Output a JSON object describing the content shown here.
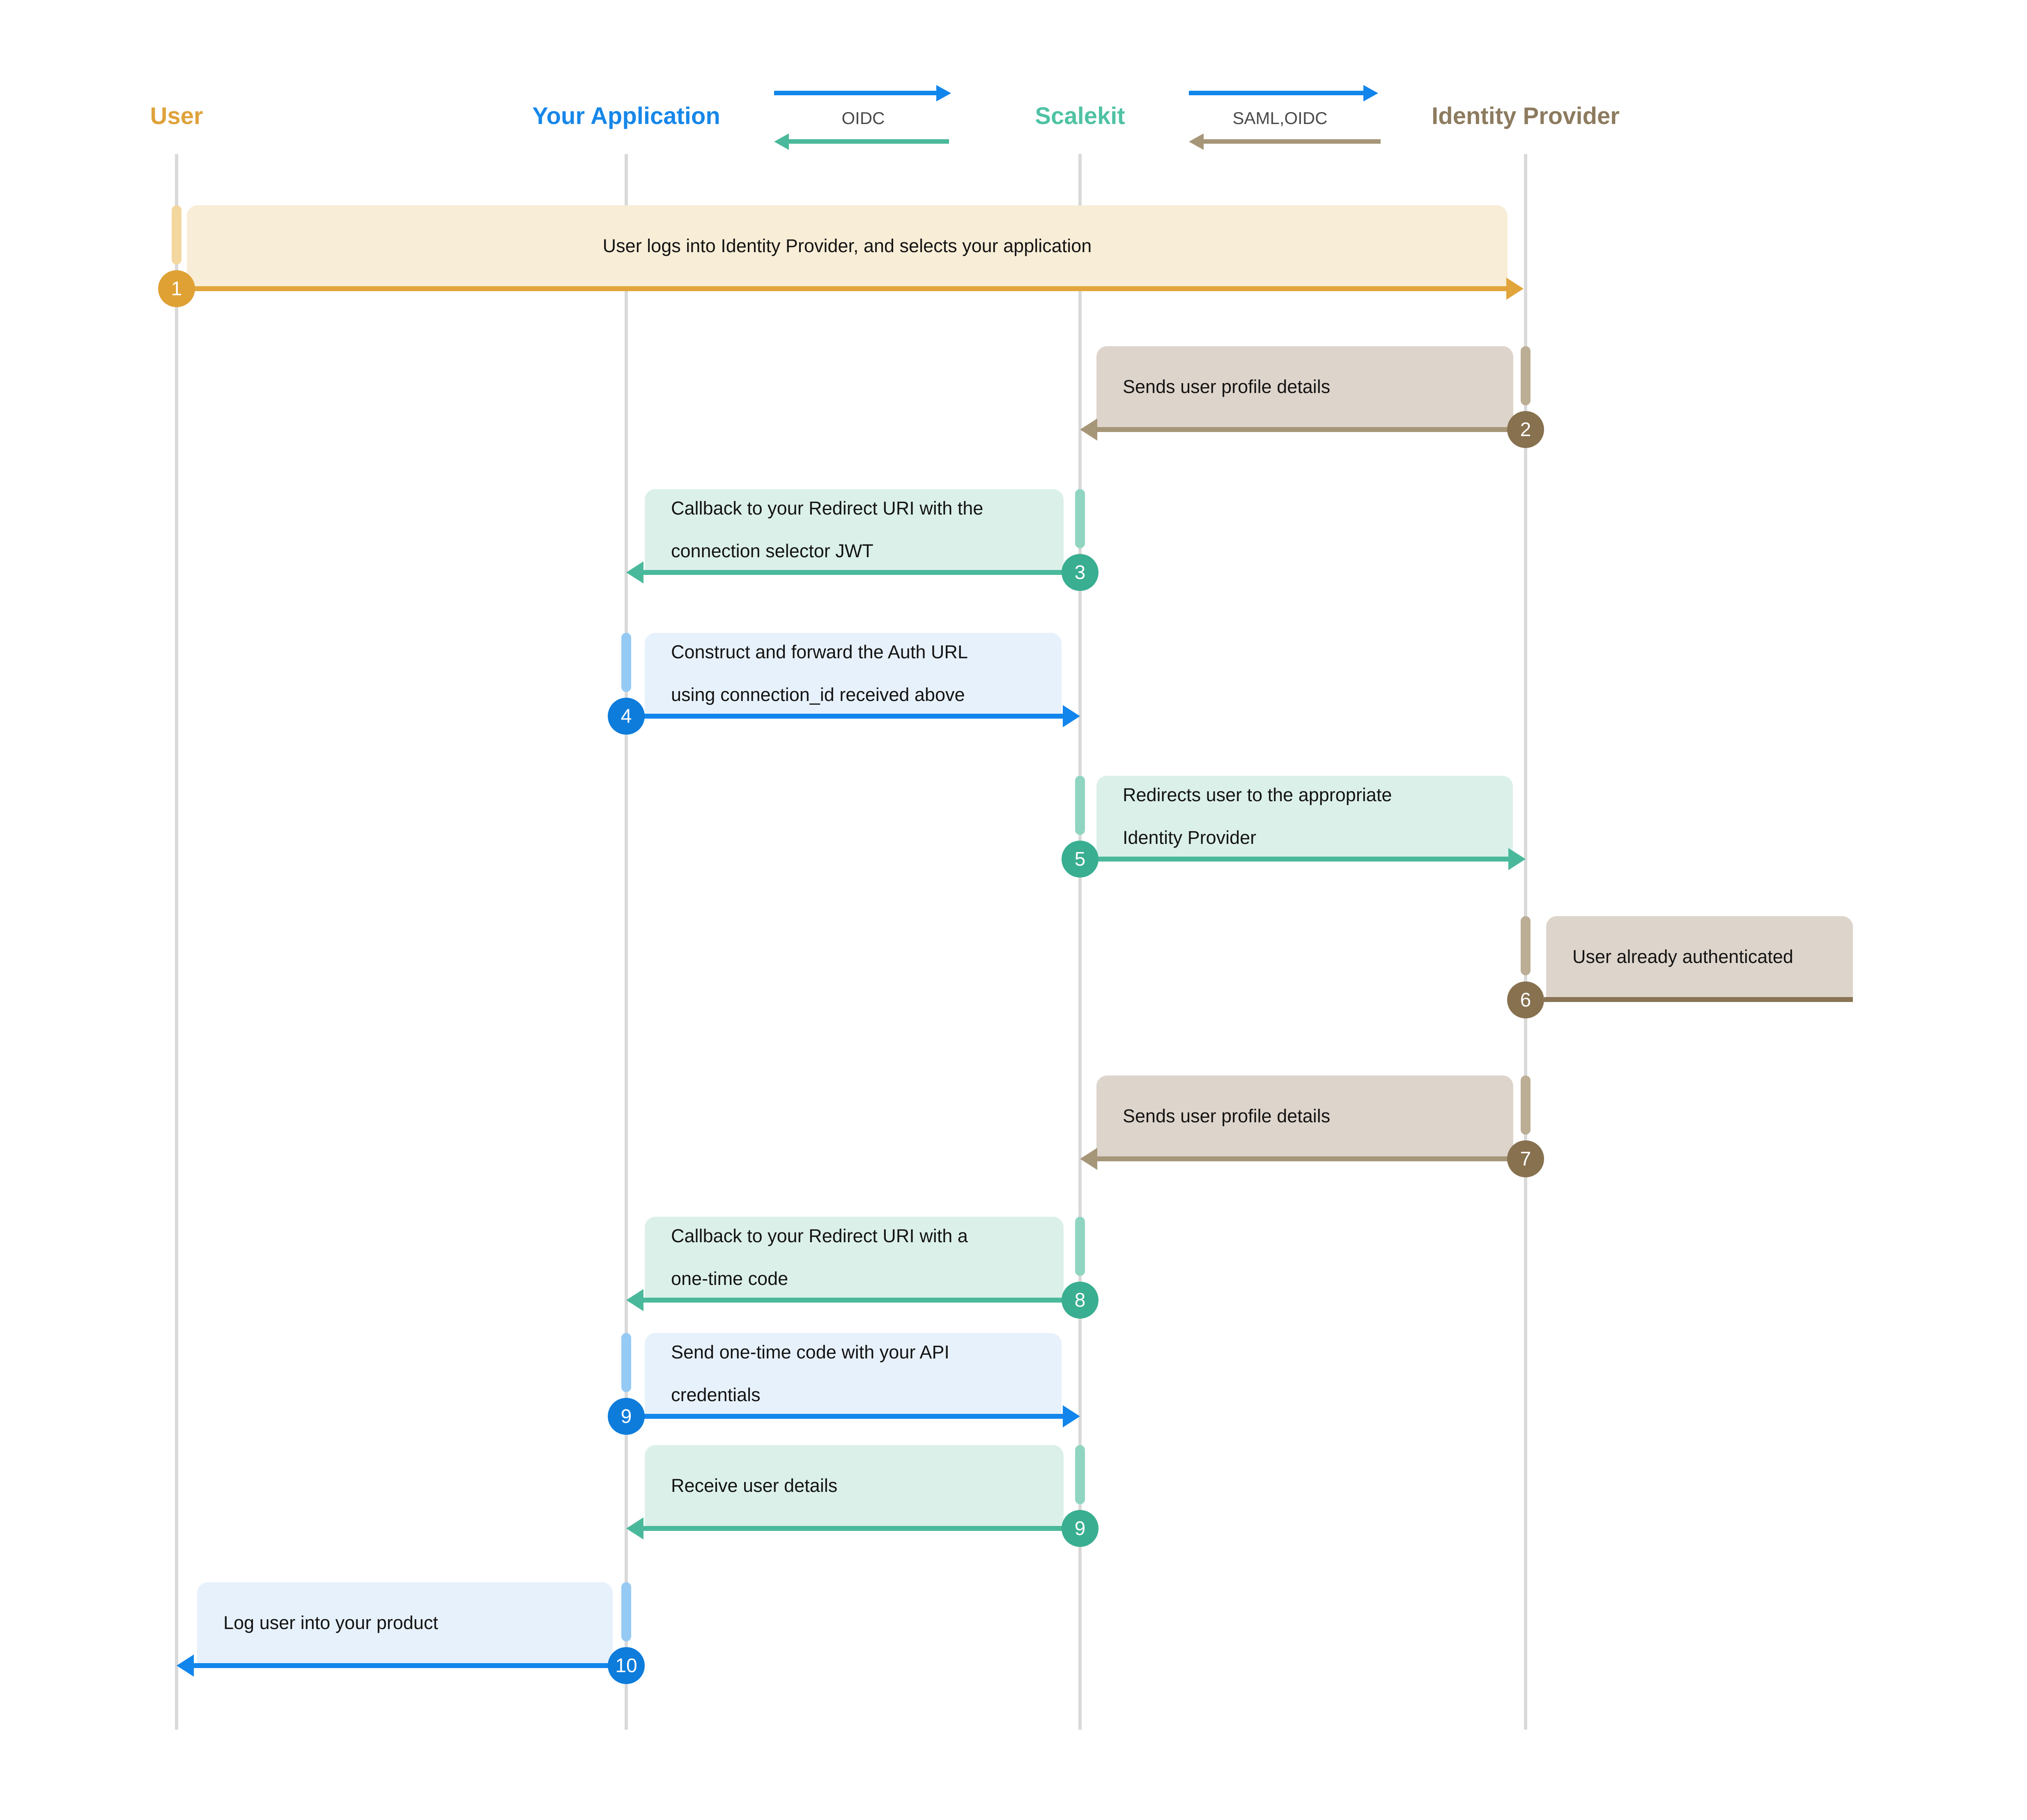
{
  "palette": {
    "background": "#FFFFFF",
    "lifeline": "#D9D9D9",
    "box_text": "#141414",
    "legend_text": "#4A4A4A",
    "gold": {
      "label": "#DFA23B",
      "arrow": "#E2A53C",
      "box": "#F8EDD6",
      "bar": "#F3D79E",
      "badge": "#DFA133"
    },
    "blue": {
      "label": "#1787E9",
      "arrow": "#1285EC",
      "box": "#E7F1FB",
      "bar": "#95CAF4",
      "badge": "#0E7CDB"
    },
    "teal": {
      "label": "#4FC2A4",
      "arrow": "#4AB99B",
      "box": "#DBF0E9",
      "bar": "#90D5C1",
      "badge": "#39AE91"
    },
    "brown": {
      "label": "#8D7B5F",
      "arrow": "#A69678",
      "box": "#DDD4CB",
      "bar": "#BCAD95",
      "badge": "#87714F",
      "note_underline": "#8A7455"
    }
  },
  "actors": [
    {
      "label": "User"
    },
    {
      "label": "Your Application"
    },
    {
      "label": "Scalekit"
    },
    {
      "label": "Identity Provider"
    }
  ],
  "legends": [
    {
      "label": "OIDC"
    },
    {
      "label": "SAML,OIDC"
    }
  ],
  "steps": [
    {
      "num": "1",
      "text": "User logs into Identity Provider, and selects your application"
    },
    {
      "num": "2",
      "text": "Sends user profile details"
    },
    {
      "num": "3",
      "text": "Callback to your Redirect URI with the\nconnection selector JWT"
    },
    {
      "num": "4",
      "text": "Construct and forward the Auth URL\nusing connection_id received above"
    },
    {
      "num": "5",
      "text": "Redirects user to the appropriate\nIdentity Provider"
    },
    {
      "num": "6",
      "text": "User already authenticated"
    },
    {
      "num": "7",
      "text": "Sends user profile details"
    },
    {
      "num": "8",
      "text": "Callback to your Redirect URI with a\none-time code"
    },
    {
      "num": "9",
      "text": "Send one-time code with your API\ncredentials"
    },
    {
      "num": "9",
      "text": "Receive user details"
    },
    {
      "num": "10",
      "text": "Log user into your product"
    }
  ]
}
